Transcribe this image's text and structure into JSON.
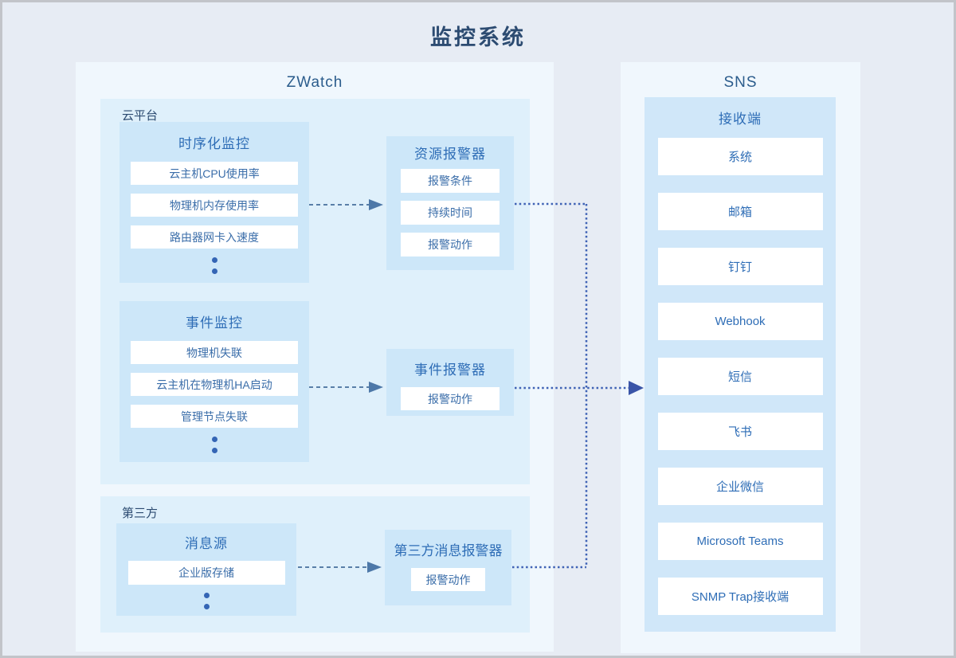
{
  "title": "监控系统",
  "zwatch": {
    "label": "ZWatch",
    "cloud": {
      "label": "云平台",
      "timeseries": {
        "title": "时序化监控",
        "items": [
          "云主机CPU使用率",
          "物理机内存使用率",
          "路由器网卡入速度"
        ]
      },
      "events": {
        "title": "事件监控",
        "items": [
          "物理机失联",
          "云主机在物理机HA启动",
          "管理节点失联"
        ]
      }
    },
    "thirdparty": {
      "label": "第三方",
      "source": {
        "title": "消息源",
        "items": [
          "企业版存储"
        ]
      }
    },
    "alarms": {
      "resource": {
        "title": "资源报警器",
        "items": [
          "报警条件",
          "持续时间",
          "报警动作"
        ]
      },
      "event": {
        "title": "事件报警器",
        "items": [
          "报警动作"
        ]
      },
      "thirdparty_msg": {
        "title": "第三方消息报警器",
        "items": [
          "报警动作"
        ]
      }
    }
  },
  "sns": {
    "label": "SNS",
    "receiver": {
      "title": "接收端",
      "items": [
        "系统",
        "邮箱",
        "钉钉",
        "Webhook",
        "短信",
        "飞书",
        "企业微信",
        "Microsoft Teams",
        "SNMP Trap接收端"
      ]
    }
  },
  "icons": {
    "more_items": "vertical-ellipsis"
  },
  "colors": {
    "canvas_bg": "#e7ecf4",
    "outer_panel_bg": "#f0f7fd",
    "group_panel_bg": "#dff0fb",
    "box_bg": "#cde7f9",
    "receiver_panel_bg": "#d0e7f9",
    "row_bg": "#ffffff",
    "title_text": "#2c4b71",
    "panel_header_text": "#2b5c8c",
    "box_title_text": "#2e6db6",
    "row_text": "#3a6da9",
    "dashed_arrow": "#597fa8",
    "dotted_line": "#3f62b5",
    "sns_arrowhead": "#3a55a8"
  }
}
